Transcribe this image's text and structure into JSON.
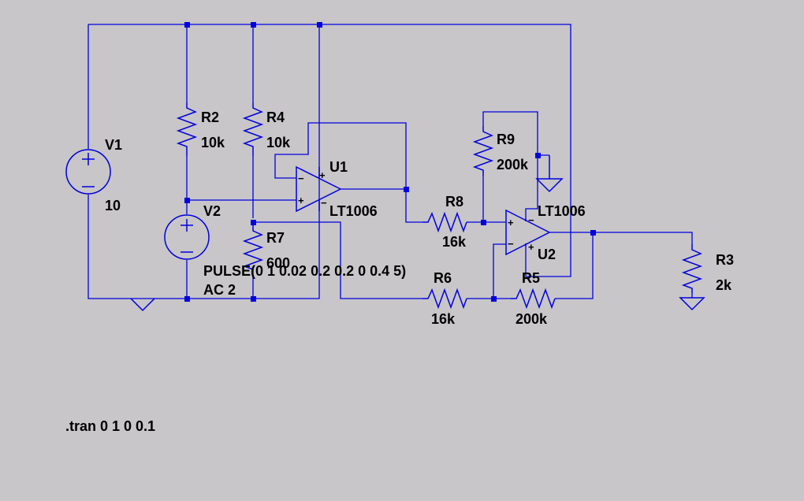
{
  "colors": {
    "background": "#c8c6c8",
    "wire": "#0000e0",
    "text": "#000000"
  },
  "components": {
    "V1": {
      "name": "V1",
      "value": "10"
    },
    "V2": {
      "name": "V2",
      "value1": "PULSE(0 1 0.02 0.2 0.2 0 0.4 5)",
      "value2": "AC 2"
    },
    "R2": {
      "name": "R2",
      "value": "10k"
    },
    "R4": {
      "name": "R4",
      "value": "10k"
    },
    "R7": {
      "name": "R7",
      "value": "600"
    },
    "R8": {
      "name": "R8",
      "value": "16k"
    },
    "R9": {
      "name": "R9",
      "value": "200k"
    },
    "R6": {
      "name": "R6",
      "value": "16k"
    },
    "R5": {
      "name": "R5",
      "value": "200k"
    },
    "R3": {
      "name": "R3",
      "value": "2k"
    },
    "U1": {
      "name": "U1",
      "model": "LT1006"
    },
    "U2": {
      "name": "U2",
      "model": "LT1006"
    }
  },
  "pin_signs": {
    "plus": "+",
    "minus": "−"
  },
  "directive": ".tran 0 1 0 0.1"
}
